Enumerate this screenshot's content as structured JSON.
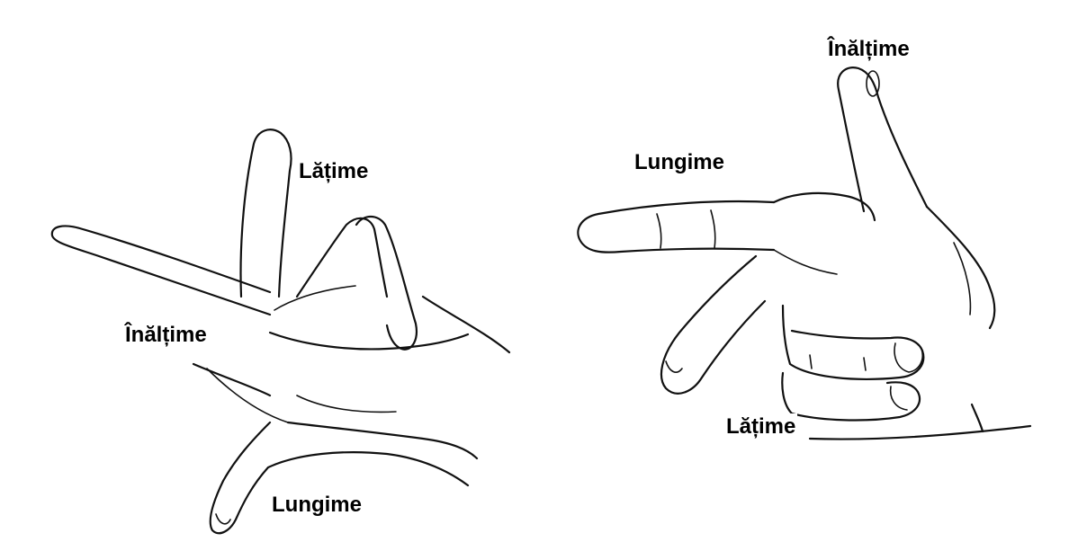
{
  "left_hand": {
    "width_label": "Lățime",
    "height_label": "Înălțime",
    "length_label": "Lungime"
  },
  "right_hand": {
    "height_label": "Înălțime",
    "length_label": "Lungime",
    "width_label": "Lățime"
  }
}
